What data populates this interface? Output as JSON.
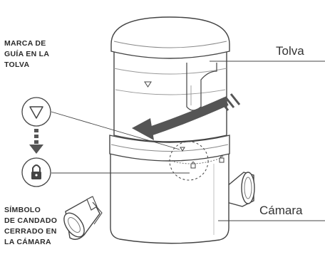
{
  "labels": {
    "hopper": "Tolva",
    "chamber": "Cámara"
  },
  "captions": {
    "hopper_guide_mark": [
      "MARCA DE",
      "GUÍA EN LA",
      "TOLVA"
    ],
    "chamber_lock_symbol": [
      "SÍMBOLO",
      "DE CANDADO",
      "CERRADO EN",
      "LA CÁMARA"
    ]
  },
  "symbols": {
    "guide_mark": "triangle-down-icon",
    "sequence_arrow": "arrow-down-icon",
    "lock": "lock-closed-icon",
    "rotation": "curved-arrow-left-icon"
  },
  "colors": {
    "line": "#444444",
    "light_line": "#9a9a9a",
    "arrow": "#555555",
    "fill": "#ffffff"
  }
}
